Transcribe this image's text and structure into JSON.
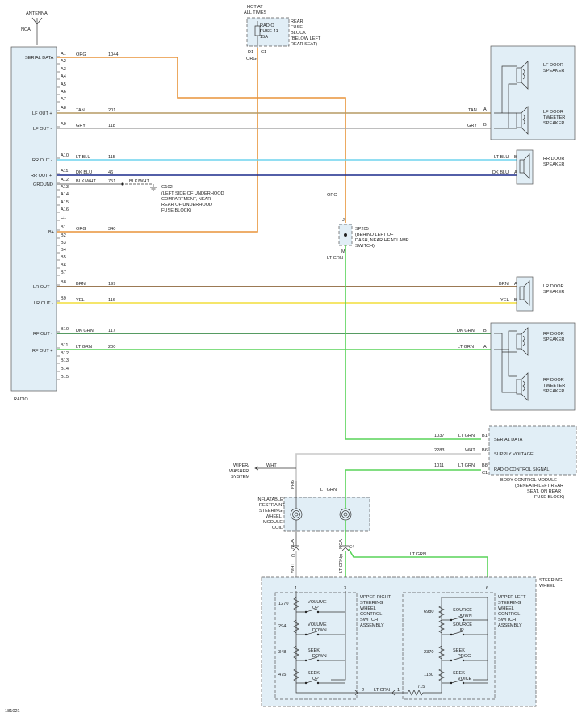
{
  "figure_id": "181021",
  "colors": {
    "ORG": "#e8943a",
    "TAN": "#b59a63",
    "GRY": "#a8a8a8",
    "LT BLU": "#6fd3ee",
    "DK BLU": "#1a2a8c",
    "BRN": "#7a4d1a",
    "YEL": "#f2de3a",
    "DK GRN": "#1f7a2e",
    "LT GRN": "#58d458",
    "WHT": "#c8c8c8",
    "BLK/WHT": "#222222",
    "box_fill": "#e1eef6"
  },
  "antenna": {
    "title": "ANTENNA",
    "nca": "NCA"
  },
  "fuse": {
    "hot": "HOT AT",
    "hot2": "ALL TIMES",
    "l1": "RADIO",
    "l2": "FUSE 41",
    "l3": "15A",
    "b1": "REAR",
    "b2": "FUSE",
    "b3": "BLOCK",
    "b4": "(BELOW LEFT",
    "b5": "REAR SEAT)",
    "pin_left": "D1",
    "pin_right": "C1",
    "wire": "ORG"
  },
  "radio": {
    "name": "RADIO",
    "pins": [
      "A1",
      "A2",
      "A3",
      "A4",
      "A5",
      "A6",
      "A7",
      "A8",
      "A9",
      "A10",
      "A11",
      "A12",
      "A13",
      "A14",
      "A15",
      "A16",
      "C1",
      "B1",
      "B2",
      "B3",
      "B4",
      "B5",
      "B6",
      "B7",
      "B8",
      "B9",
      "B10",
      "B11",
      "B12",
      "B13",
      "B14",
      "B15"
    ],
    "signal_labels": [
      "SERIAL DATA",
      "LF OUT +",
      "LF OUT -",
      "RR OUT -",
      "RR OUT +",
      "GROUND",
      "B+",
      "LR OUT +",
      "LR OUT -",
      "RF OUT -",
      "RF OUT +"
    ]
  },
  "wires": [
    {
      "pin": "A1",
      "color": "ORG",
      "circuit": "1044"
    },
    {
      "pin": "A8",
      "color": "TAN",
      "circuit": "201"
    },
    {
      "pin": "A9",
      "color": "GRY",
      "circuit": "118"
    },
    {
      "pin": "A10",
      "color": "LT BLU",
      "circuit": "115"
    },
    {
      "pin": "A11",
      "color": "DK BLU",
      "circuit": "46"
    },
    {
      "pin": "A12",
      "color": "BLK/WHT",
      "circuit": "751"
    },
    {
      "pin": "B1",
      "color": "ORG",
      "circuit": "340"
    },
    {
      "pin": "B8",
      "color": "BRN",
      "circuit": "199"
    },
    {
      "pin": "B9",
      "color": "YEL",
      "circuit": "116"
    },
    {
      "pin": "B10",
      "color": "DK GRN",
      "circuit": "117"
    },
    {
      "pin": "B11",
      "color": "LT GRN",
      "circuit": "200"
    }
  ],
  "ground": {
    "color": "BLK/WHT",
    "name": "G102",
    "l1": "(LEFT SIDE OF UNDERHOOD",
    "l2": "COMPARTMENT, NEAR",
    "l3": "REAR OF UNDERHOOD",
    "l4": "FUSE BLOCK)"
  },
  "speakers": {
    "lf_door": [
      "LF DOOR",
      "SPEAKER"
    ],
    "lf_tweeter": [
      "LF DOOR",
      "TWEETER",
      "SPEAKER"
    ],
    "rr_door": [
      "RR DOOR",
      "SPEAKER"
    ],
    "lr_door": [
      "LR DOOR",
      "SPEAKER"
    ],
    "rf_door": [
      "RF DOOR",
      "SPEAKER"
    ],
    "rf_tweeter": [
      "RF DOOR",
      "TWEETER",
      "SPEAKER"
    ],
    "pins": {
      "A": "A",
      "B": "B"
    }
  },
  "splice": {
    "name": "SP205",
    "l1": "(BEHIND LEFT OF",
    "l2": "DASH, NEAR HEADLAMP",
    "l3": "SWITCH)",
    "pin_top": "J",
    "pin_bottom": "M",
    "wire_in": "ORG",
    "wire_out": "LT GRN"
  },
  "bcm": {
    "title": "BODY CONTROL MODULE",
    "loc1": "(BENEATH LEFT REAR",
    "loc2": "SEAT, ON REAR",
    "loc3": "FUSE BLOCK)",
    "rows": [
      {
        "label": "SERIAL DATA",
        "circuit": "1037",
        "color": "LT GRN",
        "pin": "B1"
      },
      {
        "label": "SUPPLY VOLTAGE",
        "circuit": "2283",
        "color": "WHT",
        "pin": "B6"
      },
      {
        "label": "RADIO CONTROL SIGNAL",
        "circuit": "1011",
        "color": "LT GRN",
        "pin": "B8",
        "pin2": "C1"
      }
    ]
  },
  "wiper": {
    "l1": "WIPER/",
    "l2": "WASHER",
    "l3": "SYSTEM",
    "wire": "WHT"
  },
  "coil": {
    "l1": "INFLATABLE",
    "l2": "RESTRAINT",
    "l3": "STEERING",
    "l4": "WHEEL",
    "l5": "MODULE",
    "l6": "COIL",
    "pin_ph": "PH6",
    "wire_top": "LT GRN",
    "nca1": "NCA",
    "nca2": "NCA",
    "c4": "C4",
    "wht": "WHT",
    "ltgrn": "LT GRN",
    "pin_c": "C",
    "pin_k": "K"
  },
  "steering": {
    "title": [
      "STEERING",
      "WHEEL"
    ],
    "right_assy": [
      "UPPER RIGHT",
      "STEERING",
      "WHEEL",
      "CONTROL",
      "SWITCH",
      "ASSEMBLY"
    ],
    "left_assy": [
      "UPPER LEFT",
      "STEERING",
      "WHEEL",
      "CONTROL",
      "SWITCH",
      "ASSEMBLY"
    ],
    "right_switches": [
      {
        "r": "1270",
        "a": "VOLUME",
        "b": "UP"
      },
      {
        "r": "294",
        "a": "VOLUME",
        "b": "DOWN"
      },
      {
        "r": "348",
        "a": "SEEK",
        "b": "DOWN"
      },
      {
        "r": "475",
        "a": "SEEK",
        "b": "UP"
      }
    ],
    "left_switches": [
      {
        "r": "6980",
        "a": "SOURCE",
        "b": "DOWN"
      },
      {
        "r": "",
        "a": "SOURCE",
        "b": "UP"
      },
      {
        "r": "2370",
        "a": "SEEK",
        "b": "PROG"
      },
      {
        "r": "1180",
        "a": "SEEK",
        "b": "VOICE"
      }
    ],
    "pins": {
      "p1": "1",
      "p2": "2",
      "p3": "3",
      "p1b": "1",
      "p6": "6"
    },
    "bottom_wire": "LT GRN",
    "bottom_r": "715",
    "top_wire": "LT GRN"
  }
}
